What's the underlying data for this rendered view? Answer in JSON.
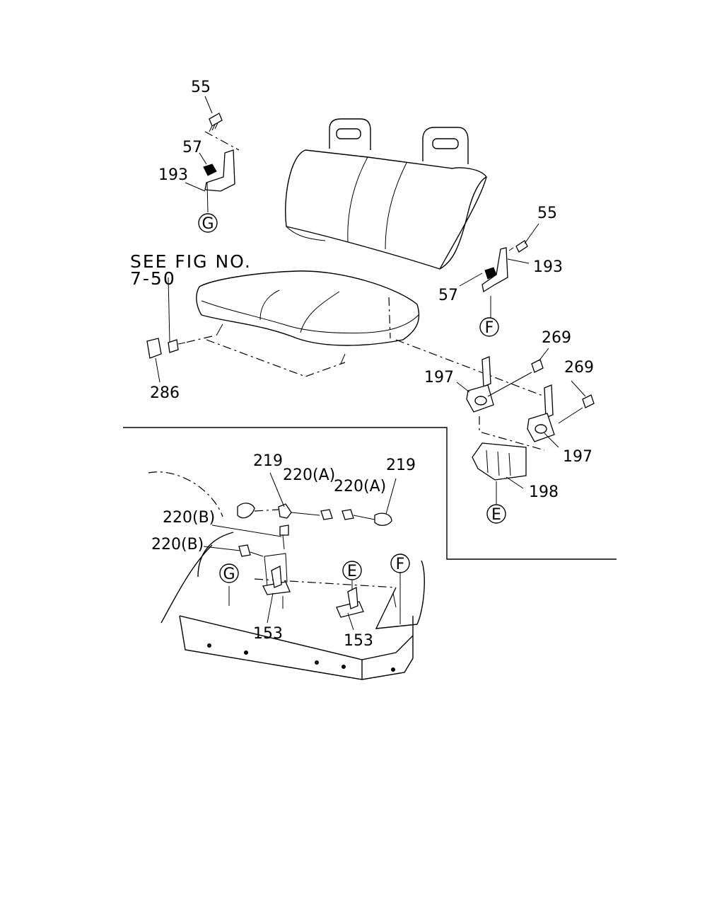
{
  "see_fig": {
    "line1": "SEE FIG NO.",
    "line2": "7-50"
  },
  "callouts": {
    "c55_top": "55",
    "c57_left": "57",
    "c193_left": "193",
    "c55_right": "55",
    "c193_right": "193",
    "c57_right": "57",
    "c269_a": "269",
    "c269_b": "269",
    "c197_left": "197",
    "c197_right": "197",
    "c198": "198",
    "c286": "286",
    "c219_left": "219",
    "c220a_left": "220(A)",
    "c220a_right": "220(A)",
    "c219_right": "219",
    "c220b_upper": "220(B)",
    "c220b_lower": "220(B)",
    "c153_left": "153",
    "c153_right": "153"
  },
  "markers": {
    "G_top": "G",
    "F_right": "F",
    "E_right": "E",
    "G_floor": "G",
    "E_floor": "E",
    "F_floor": "F"
  }
}
